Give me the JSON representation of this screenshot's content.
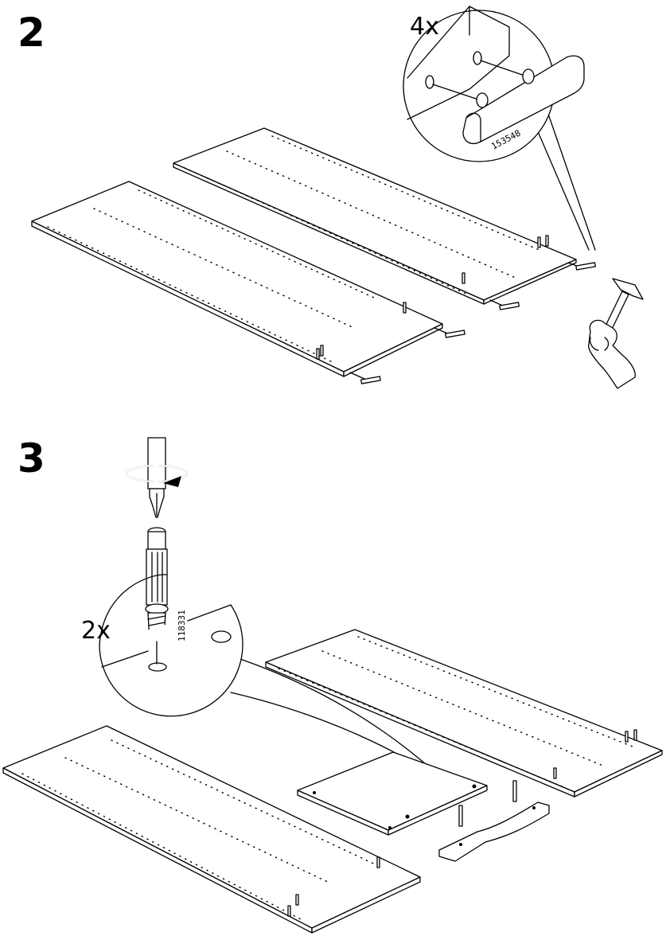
{
  "steps": [
    {
      "number": "2",
      "callout": {
        "quantity": "4x",
        "part_number": "153548"
      }
    },
    {
      "number": "3",
      "callout": {
        "quantity": "2x",
        "part_number": "118331"
      }
    }
  ]
}
